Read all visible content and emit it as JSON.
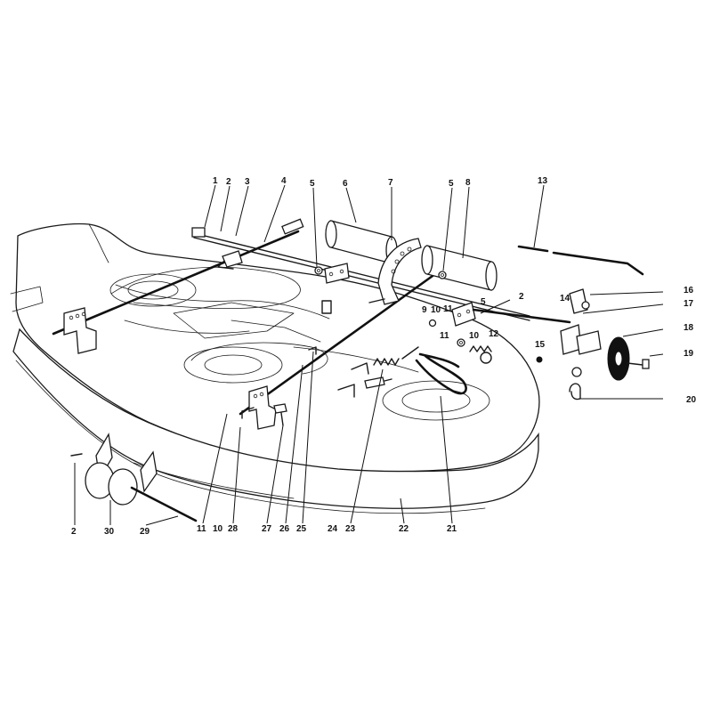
{
  "diagram": {
    "type": "exploded parts diagram",
    "subject": "mower deck assembly",
    "part_labels": [
      {
        "id": "l1",
        "text": "1"
      },
      {
        "id": "l2a",
        "text": "2"
      },
      {
        "id": "l3",
        "text": "3"
      },
      {
        "id": "l4",
        "text": "4"
      },
      {
        "id": "l5a",
        "text": "5"
      },
      {
        "id": "l6",
        "text": "6"
      },
      {
        "id": "l7",
        "text": "7"
      },
      {
        "id": "l5b",
        "text": "5"
      },
      {
        "id": "l8",
        "text": "8"
      },
      {
        "id": "l13",
        "text": "13"
      },
      {
        "id": "l9",
        "text": "9"
      },
      {
        "id": "l10a",
        "text": "10"
      },
      {
        "id": "l11a",
        "text": "11"
      },
      {
        "id": "l5c",
        "text": "5"
      },
      {
        "id": "l2b",
        "text": "2"
      },
      {
        "id": "l11b",
        "text": "11"
      },
      {
        "id": "l10b",
        "text": "10"
      },
      {
        "id": "l12",
        "text": "12"
      },
      {
        "id": "l14",
        "text": "14"
      },
      {
        "id": "l16",
        "text": "16"
      },
      {
        "id": "l17",
        "text": "17"
      },
      {
        "id": "l18",
        "text": "18"
      },
      {
        "id": "l19",
        "text": "19"
      },
      {
        "id": "l15",
        "text": "15"
      },
      {
        "id": "l20",
        "text": "20"
      },
      {
        "id": "l2c",
        "text": "2"
      },
      {
        "id": "l30",
        "text": "30"
      },
      {
        "id": "l29",
        "text": "29"
      },
      {
        "id": "l11c",
        "text": "11"
      },
      {
        "id": "l10c",
        "text": "10"
      },
      {
        "id": "l28",
        "text": "28"
      },
      {
        "id": "l27",
        "text": "27"
      },
      {
        "id": "l26",
        "text": "26"
      },
      {
        "id": "l25",
        "text": "25"
      },
      {
        "id": "l24",
        "text": "24"
      },
      {
        "id": "l23",
        "text": "23"
      },
      {
        "id": "l22",
        "text": "22"
      },
      {
        "id": "l21",
        "text": "21"
      }
    ]
  },
  "colors": {
    "ink": "#1a1a1a",
    "paper": "#ffffff"
  }
}
